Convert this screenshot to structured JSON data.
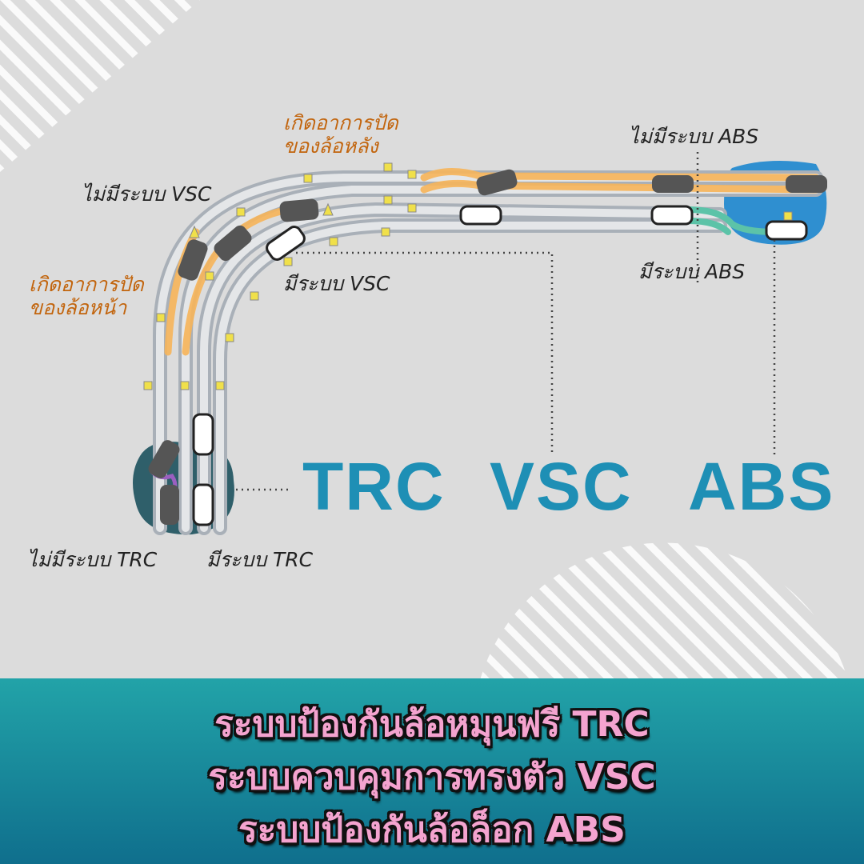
{
  "labels": {
    "no_vsc": "ไม่มีระบบ VSC",
    "has_vsc": "มีระบบ VSC",
    "rear_skid_1": "เกิดอาการปัด",
    "rear_skid_2": "ของล้อหลัง",
    "front_skid_1": "เกิดอาการปัด",
    "front_skid_2": "ของล้อหน้า",
    "no_abs": "ไม่มีระบบ ABS",
    "has_abs": "มีระบบ ABS",
    "no_trc": "ไม่มีระบบ TRC",
    "has_trc": "มีระบบ TRC"
  },
  "systems": [
    "TRC",
    "VSC",
    "ABS"
  ],
  "banner": {
    "line1": "ระบบป้องกันล้อหมุนฟรี TRC",
    "line2": "ระบบควบคุมการทรงตัว VSC",
    "line3": "ระบบป้องกันล้อล็อก ABS"
  },
  "colors": {
    "accent": "#1e8fb5",
    "skid": "#f7b55a",
    "abs_path": "#5cc3a8",
    "trc_path": "#9b5fc0",
    "banner_text": "#f4a3cf"
  }
}
